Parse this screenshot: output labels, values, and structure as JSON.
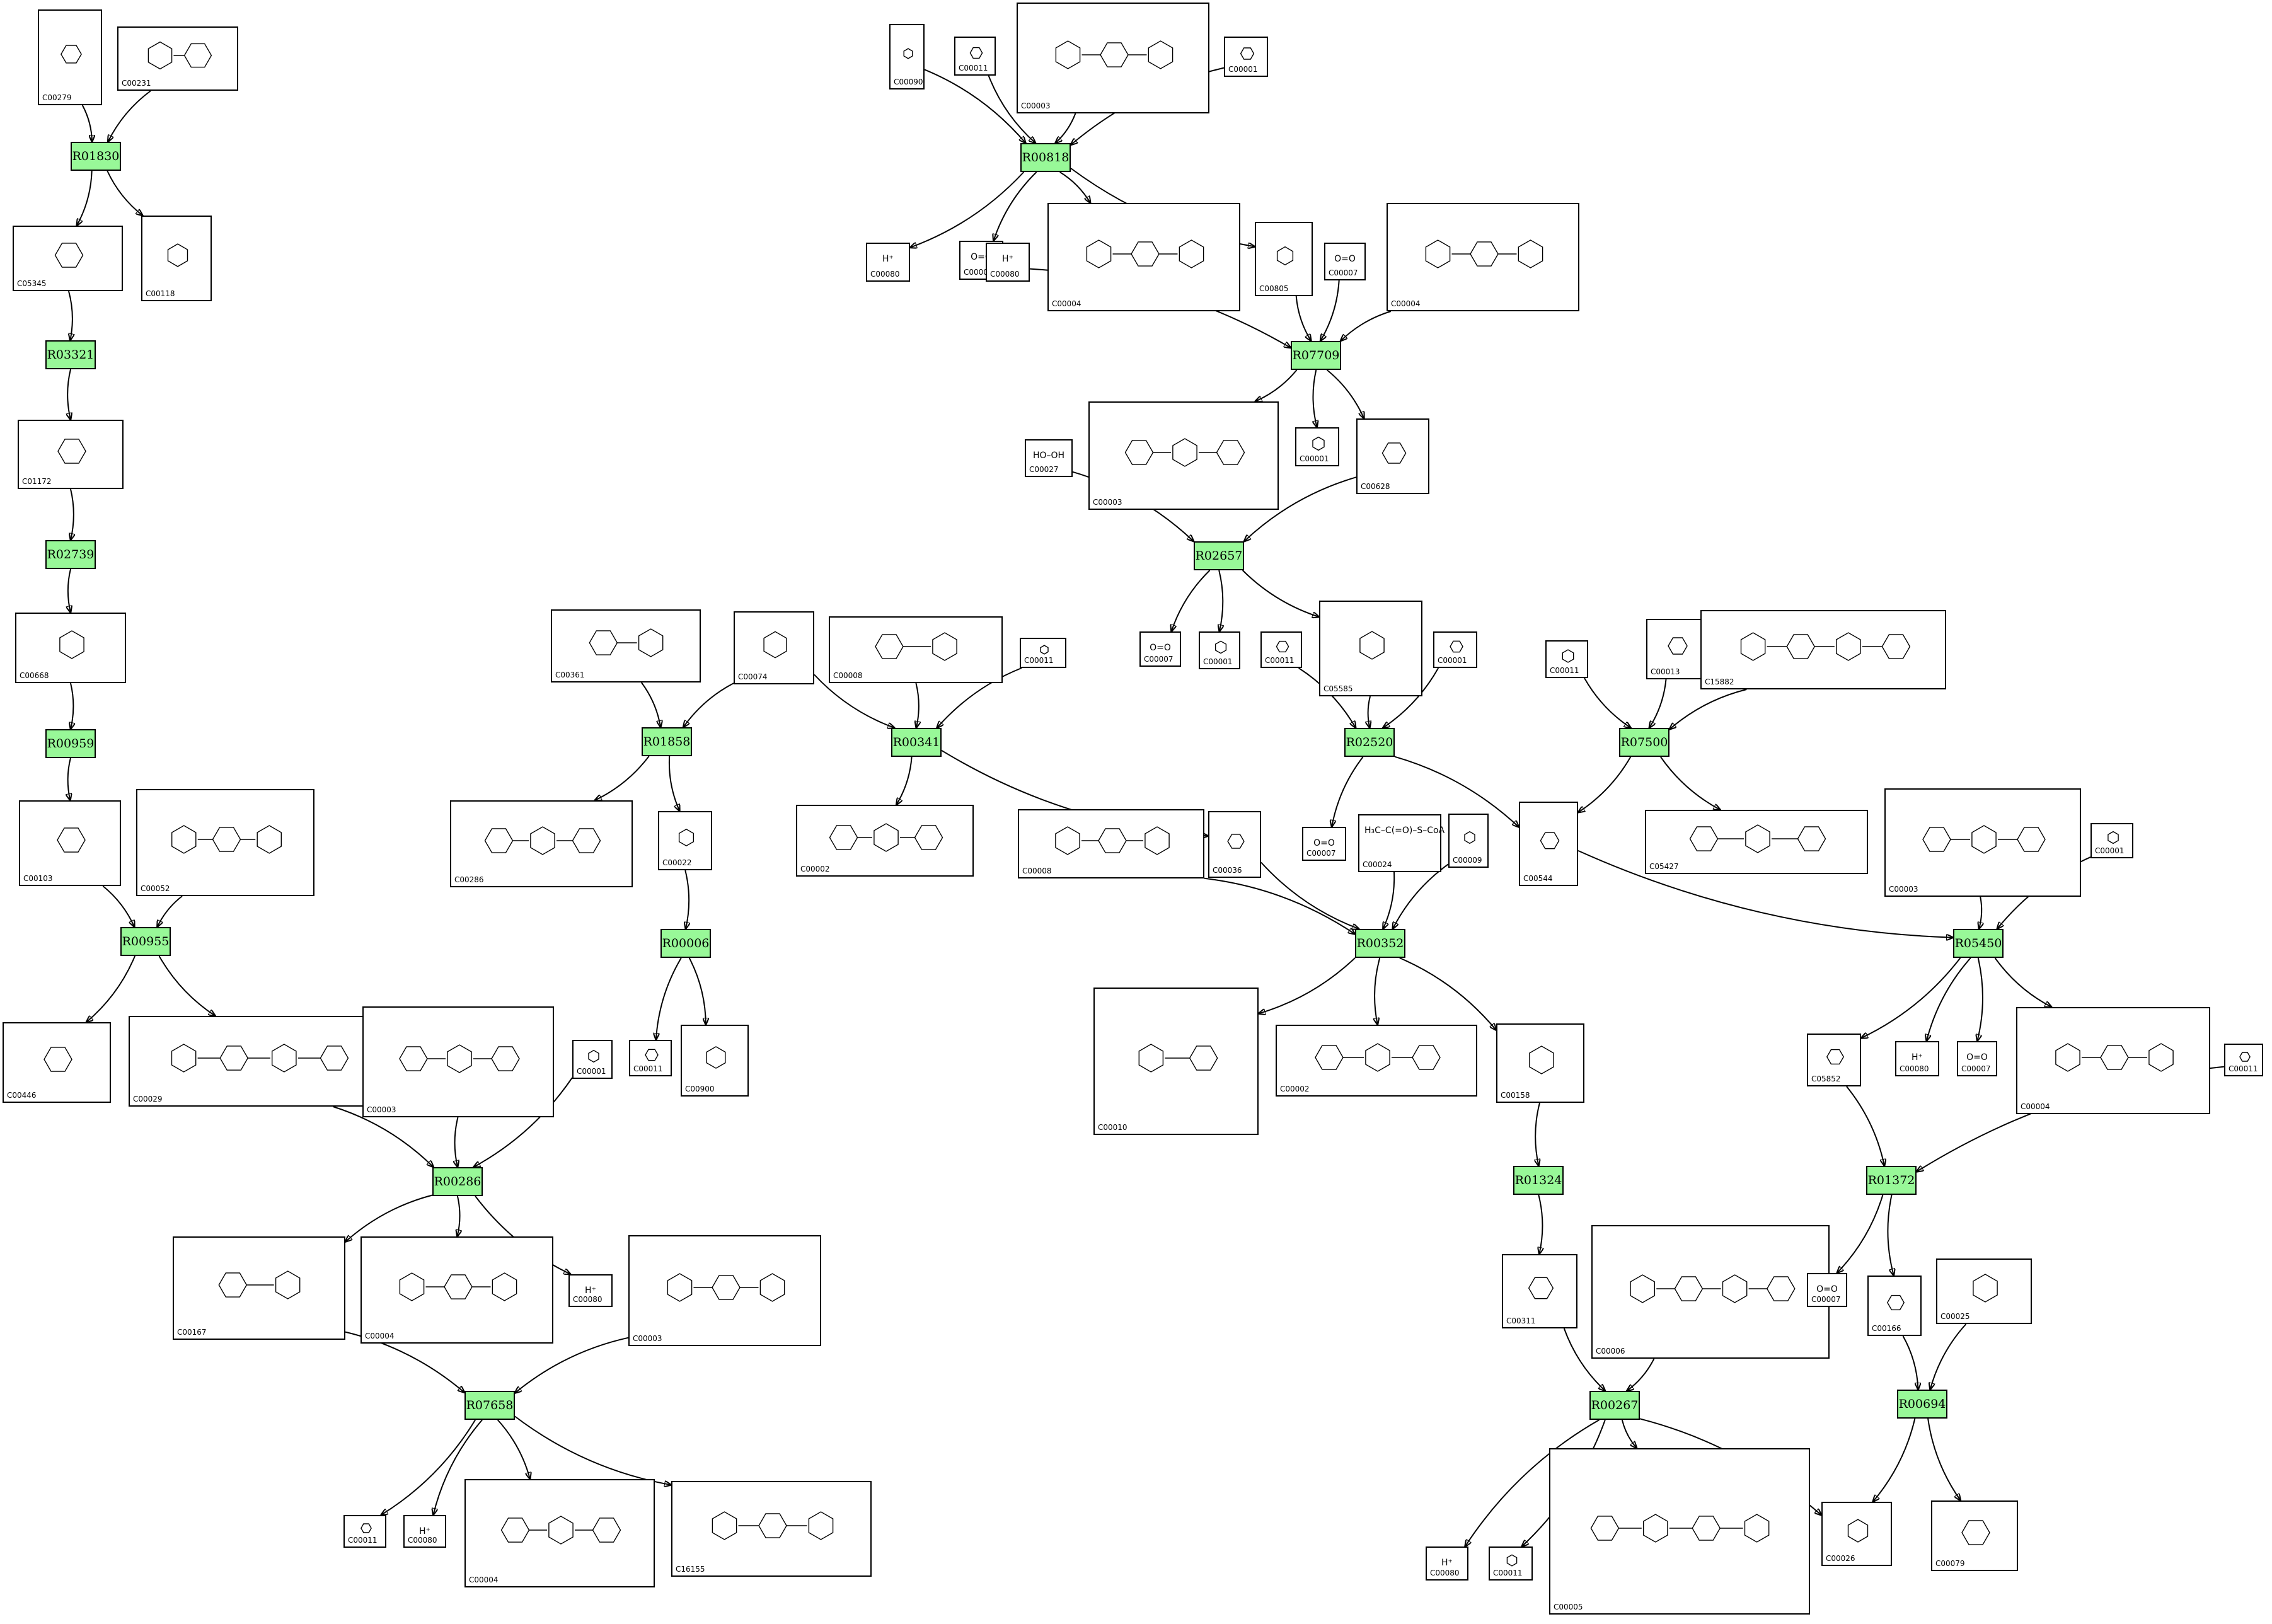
{
  "reactions": [
    "R01830",
    "R03321",
    "R02739",
    "R00959",
    "R00955",
    "R00286",
    "R07658",
    "R01858",
    "R00006",
    "R00341",
    "R00818",
    "R07709",
    "R02657",
    "R02520",
    "R07500",
    "R00352",
    "R01324",
    "R00267",
    "R05450",
    "R01372",
    "R00694"
  ],
  "compounds": [
    {
      "id": "C00279",
      "label": ""
    },
    {
      "id": "C00231",
      "label": ""
    },
    {
      "id": "C05345",
      "label": ""
    },
    {
      "id": "C00118",
      "label": ""
    },
    {
      "id": "C01172",
      "label": ""
    },
    {
      "id": "C00668",
      "label": ""
    },
    {
      "id": "C00103",
      "label": ""
    },
    {
      "id": "C00052",
      "label": ""
    },
    {
      "id": "C00446",
      "label": ""
    },
    {
      "id": "C00029",
      "label": ""
    },
    {
      "id": "C00003",
      "label": ""
    },
    {
      "id": "C00001",
      "label": ""
    },
    {
      "id": "C00167",
      "label": ""
    },
    {
      "id": "C00004",
      "label": ""
    },
    {
      "id": "C00080",
      "label": "H⁺"
    },
    {
      "id": "C00003",
      "label": ""
    },
    {
      "id": "C00011",
      "label": ""
    },
    {
      "id": "C00080",
      "label": "H⁺"
    },
    {
      "id": "C00004",
      "label": ""
    },
    {
      "id": "C16155",
      "label": ""
    },
    {
      "id": "C00361",
      "label": ""
    },
    {
      "id": "C00074",
      "label": ""
    },
    {
      "id": "C00286",
      "label": ""
    },
    {
      "id": "C00022",
      "label": ""
    },
    {
      "id": "C00011",
      "label": ""
    },
    {
      "id": "C00900",
      "label": ""
    },
    {
      "id": "C00008",
      "label": ""
    },
    {
      "id": "C00011",
      "label": ""
    },
    {
      "id": "C00002",
      "label": ""
    },
    {
      "id": "C00008",
      "label": ""
    },
    {
      "id": "C00036",
      "label": ""
    },
    {
      "id": "C00090",
      "label": ""
    },
    {
      "id": "C00011",
      "label": ""
    },
    {
      "id": "C00003",
      "label": ""
    },
    {
      "id": "C00001",
      "label": ""
    },
    {
      "id": "C00080",
      "label": "H⁺"
    },
    {
      "id": "C00007",
      "label": "O=O"
    },
    {
      "id": "C00004",
      "label": ""
    },
    {
      "id": "C00080",
      "label": "H⁺"
    },
    {
      "id": "C00805",
      "label": ""
    },
    {
      "id": "C00007",
      "label": "O=O"
    },
    {
      "id": "C00004",
      "label": ""
    },
    {
      "id": "C00003",
      "label": ""
    },
    {
      "id": "C00001",
      "label": ""
    },
    {
      "id": "C00628",
      "label": ""
    },
    {
      "id": "C00027",
      "label": "HO–OH"
    },
    {
      "id": "C00007",
      "label": "O=O"
    },
    {
      "id": "C00001",
      "label": ""
    },
    {
      "id": "C00011",
      "label": ""
    },
    {
      "id": "C05585",
      "label": ""
    },
    {
      "id": "C00001",
      "label": ""
    },
    {
      "id": "C00007",
      "label": "O=O"
    },
    {
      "id": "C00024",
      "label": "H₃C–C(=O)–S–CoA"
    },
    {
      "id": "C00009",
      "label": ""
    },
    {
      "id": "C00544",
      "label": ""
    },
    {
      "id": "C00011",
      "label": ""
    },
    {
      "id": "C00013",
      "label": ""
    },
    {
      "id": "C15882",
      "label": ""
    },
    {
      "id": "C05427",
      "label": ""
    },
    {
      "id": "C00010",
      "label": ""
    },
    {
      "id": "C00002",
      "label": ""
    },
    {
      "id": "C00158",
      "label": ""
    },
    {
      "id": "C00311",
      "label": ""
    },
    {
      "id": "C00006",
      "label": ""
    },
    {
      "id": "C00080",
      "label": "H⁺"
    },
    {
      "id": "C00011",
      "label": ""
    },
    {
      "id": "C00005",
      "label": ""
    },
    {
      "id": "C00026",
      "label": ""
    },
    {
      "id": "C00003",
      "label": ""
    },
    {
      "id": "C00001",
      "label": ""
    },
    {
      "id": "C05852",
      "label": ""
    },
    {
      "id": "C00080",
      "label": "H⁺"
    },
    {
      "id": "C00007",
      "label": "O=O"
    },
    {
      "id": "C00004",
      "label": ""
    },
    {
      "id": "C00011",
      "label": ""
    },
    {
      "id": "C00007",
      "label": "O=O"
    },
    {
      "id": "C00166",
      "label": ""
    },
    {
      "id": "C00025",
      "label": ""
    },
    {
      "id": "C00079",
      "label": ""
    }
  ]
}
